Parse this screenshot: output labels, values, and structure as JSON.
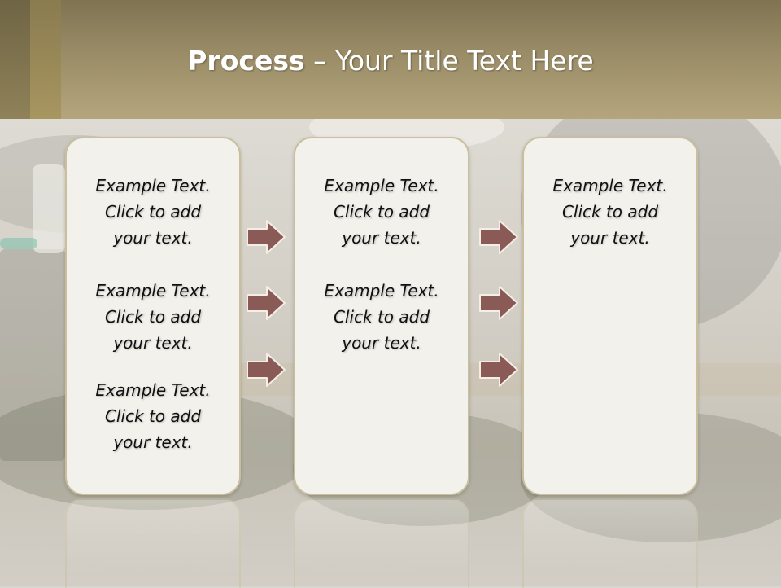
{
  "slide": {
    "title_bold": "Process",
    "title_rest": " – Your Title Text Here"
  },
  "boxes": [
    {
      "items": [
        {
          "line1": "Example Text.",
          "line2": "Click  to add",
          "line3": "your text."
        },
        {
          "line1": "Example Text.",
          "line2": "Click  to add",
          "line3": "your text."
        },
        {
          "line1": "Example Text.",
          "line2": "Click  to add",
          "line3": "your text."
        }
      ]
    },
    {
      "items": [
        {
          "line1": "Example Text.",
          "line2": "Click  to add",
          "line3": "your text."
        },
        {
          "line1": "Example Text.",
          "line2": "Click  to add",
          "line3": "your text."
        }
      ]
    },
    {
      "items": [
        {
          "line1": "Example Text.",
          "line2": "Click  to add",
          "line3": "your text."
        }
      ]
    }
  ],
  "arrow_style": {
    "icon": "right-arrow-icon",
    "fill": "#8a5a57",
    "stroke": "#f4eee6"
  }
}
